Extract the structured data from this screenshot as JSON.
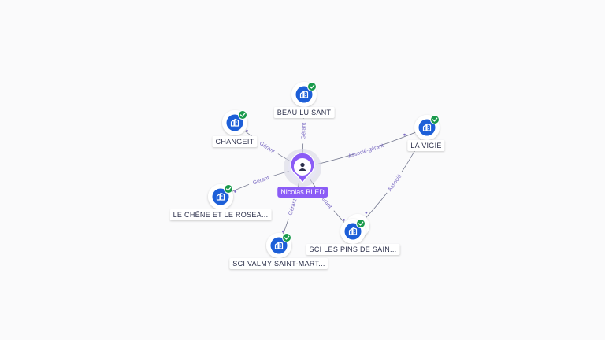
{
  "center": {
    "name": "Nicolas BLED",
    "icon": "person-icon"
  },
  "colors": {
    "accent": "#8b5cf6",
    "company": "#1d5fd8",
    "check": "#1a9a4c",
    "edge": "#5b5f7a",
    "edge_label": "#7c6cc4"
  },
  "companies": [
    {
      "id": "beau-luisant",
      "name": "BEAU LUISANT",
      "icon": "building-icon",
      "status": "check-icon",
      "relation": "Gérant"
    },
    {
      "id": "changeit",
      "name": "CHANGEIT",
      "icon": "building-icon",
      "status": "check-icon",
      "relation": "Gérant"
    },
    {
      "id": "la-vigie",
      "name": "LA VIGIE",
      "icon": "building-icon",
      "status": "check-icon",
      "relation": "Associé-gérant"
    },
    {
      "id": "le-chene",
      "name": "LE CHÊNE ET LE ROSEA...",
      "icon": "building-icon",
      "status": "check-icon",
      "relation": "Gérant"
    },
    {
      "id": "sci-valmy",
      "name": "SCI VALMY SAINT-MART...",
      "icon": "building-icon",
      "status": "check-icon",
      "relation": "Gérant"
    },
    {
      "id": "sci-les-pins",
      "name": "SCI LES PINS DE SAIN...",
      "icon": "building-icon",
      "status": "check-icon",
      "relation": "Gérant"
    }
  ],
  "secondary_edges": [
    {
      "from": "la-vigie",
      "to": "sci-les-pins",
      "relation": "Associé"
    }
  ]
}
